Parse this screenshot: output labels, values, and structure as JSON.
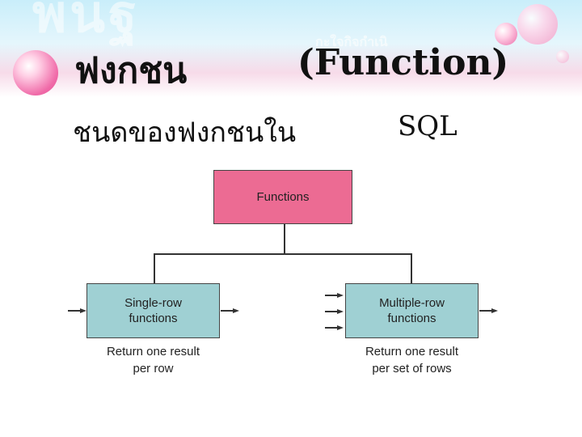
{
  "slide": {
    "watermark": "พนฐ",
    "watermark_sub": "กะใจกิจกำเนิ",
    "title_thai": "ฟงกชน",
    "title_en": "(Function)",
    "subtitle_thai": "ชนดของฟงกชนใน",
    "subtitle_en": "SQL"
  },
  "diagram": {
    "root_label": "Functions",
    "left_box": {
      "line1": "Single-row",
      "line2": "functions",
      "desc_line1": "Return one result",
      "desc_line2": "per row"
    },
    "right_box": {
      "line1": "Multiple-row",
      "line2": "functions",
      "desc_line1": "Return one result",
      "desc_line2": "per set of rows"
    }
  },
  "colors": {
    "root_fill": "#ec6b93",
    "child_fill": "#9fd0d3"
  }
}
